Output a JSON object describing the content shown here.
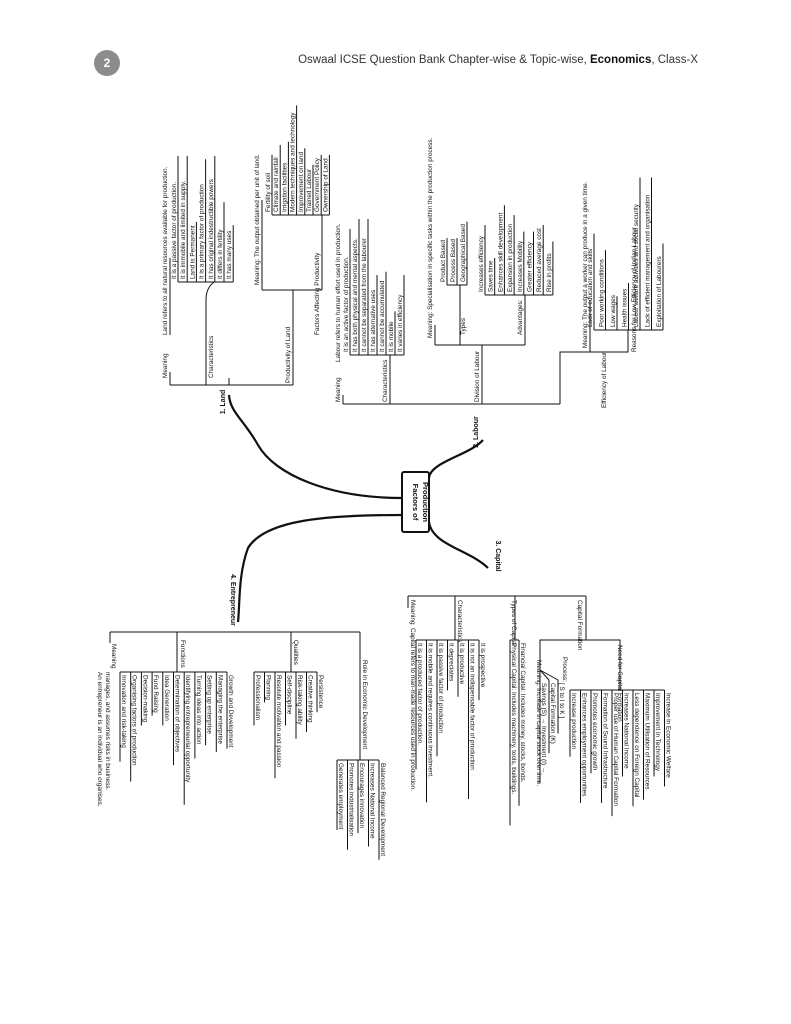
{
  "header": {
    "page_number": "2",
    "title_prefix": "Oswaal ICSE Question Bank Chapter-wise & Topic-wise, ",
    "subject": "Economics",
    "title_suffix": ", Class-X"
  },
  "center": {
    "line1": "Factors of",
    "line2": "Production"
  },
  "land": {
    "title": "1. Land",
    "meaning_label": "Meaning",
    "meaning_text": "Land refers to all natural resources available for production.",
    "characteristics_label": "Characteristics",
    "characteristics": [
      "It is a passive factor of production.",
      "It is immobile and limited in supply.",
      "Land is Permanent",
      "It is a primary factor of production",
      "It has original indestructible powers",
      "It differs in fertility",
      "It has many uses"
    ],
    "productivity_label": "Productivity of Land",
    "productivity_meaning": "Meaning: The output obtained per unit of land.",
    "factors_label": "Factors Affecting Productivity",
    "factors": [
      "Fertility of soil",
      "Climate and rainfall",
      "Irrigation facilities",
      "Modern techniques and technology",
      "Improvement on land",
      "Trained Labour",
      "Government Policy",
      "Ownership of Land"
    ]
  },
  "labour": {
    "title": "2. Labour",
    "meaning_label": "Meaning",
    "meaning_text": "Labour refers to human effort used in production.",
    "characteristics_label": "Characteristics",
    "characteristics": [
      "It is an active factor of production.",
      "It has both physical and mental aspects.",
      "It cannot be separated from the labourer",
      "It has alternative uses",
      "It cannot be accumulated",
      "It is mobile",
      "It varies in efficiency"
    ],
    "division_label": "Division of Labour",
    "division_meaning": "Meaning: Specialisation in specific tasks within the production process.",
    "types_label": "Types",
    "types": [
      "Product Based",
      "Process Based",
      "Geographical Based"
    ],
    "advantages_label": "Advantages:",
    "advantages": [
      "Increases efficiency",
      "Saves time",
      "Enhances skill development",
      "Expansion in production",
      "Increases Mobility",
      "Greater efficiency",
      "Reduced average cost",
      "Rise in profits"
    ],
    "efficiency_label": "Efficiency of Labour",
    "efficiency_meaning": "Meaning: The output a worker can produce in a given time.",
    "low_label": "Reasons for Low Efficiency of Indian Labour",
    "low_reasons": [
      "Lack of education and skills",
      "Poor working conditions",
      "Low wages",
      "Health issues",
      "Labour welfare activities and social security",
      "Lack of efficient management and organisation",
      "Exploitation of Labourers"
    ]
  },
  "capital": {
    "title": "3. Capital",
    "meaning_label": "Meaning",
    "meaning_text": "Capital refers to man-made resources used in production.",
    "characteristics_label": "Characteristics",
    "characteristics": [
      "It is a produced factor of production.",
      "It is mobile and requires continuous investment.",
      "It is passive factor of production",
      "It depreciates",
      "It is productive",
      "It is not an indispensable factor of production",
      "It is prospective"
    ],
    "types_label": "Types of Capital",
    "types": [
      "Physical Capital: Includes machinery, tools, buildings.",
      "Financial Capital: Includes money, stocks, bonds."
    ],
    "formation_label": "Capital Formation",
    "formation_meaning": "Meaning: Increase in capital stock over time.",
    "process_label": "Process:",
    "process": [
      "Savings (S) → Investment (I) →",
      "Capital Formation (K)",
      "[ S to I to K ]"
    ],
    "need_label": "Need for Capital Formation",
    "needs": [
      "Increase production",
      "Enhances employment opportunities",
      "Promotes economic growth",
      "Formation of Sound Infrastructure",
      "Proper use of Human Capital Formation",
      "Increases National Income",
      "Less dependence on Foreign Capital",
      "Maximum Utilisation of Resources",
      "Improvement in Technology",
      "Increase in Economic Welfare"
    ]
  },
  "entrepreneur": {
    "title": "4. Entrepreneur",
    "meaning_label": "Meaning",
    "meaning_text": [
      "An entrepreneur is an individual who organises,",
      "manages, and assumes risks in business."
    ],
    "functions_label": "Functions",
    "functions": [
      "Innovation and risk-taking",
      "Organising factors of production",
      "Decision-making",
      "Fund Raising",
      "Idea Generation",
      "Determination of objectives",
      "Identifying entrepreneurial opportunity",
      "Turning ideas into action",
      "Setting up enterprise",
      "Managing the enterprise",
      "Growth and Development"
    ],
    "qualities_label": "Qualities",
    "qualities": [
      "Professionalism",
      "Planning",
      "Resolute motivation and passion",
      "Self-discipline",
      "Risk-taking ability",
      "Creative thinking",
      "Persistence"
    ],
    "role_label": "Role in Economic Development",
    "roles": [
      "Generates employment",
      "Promotes industrialisation",
      "Encourages innovation",
      "Increases National Income",
      "Balanced Regional Development"
    ]
  }
}
